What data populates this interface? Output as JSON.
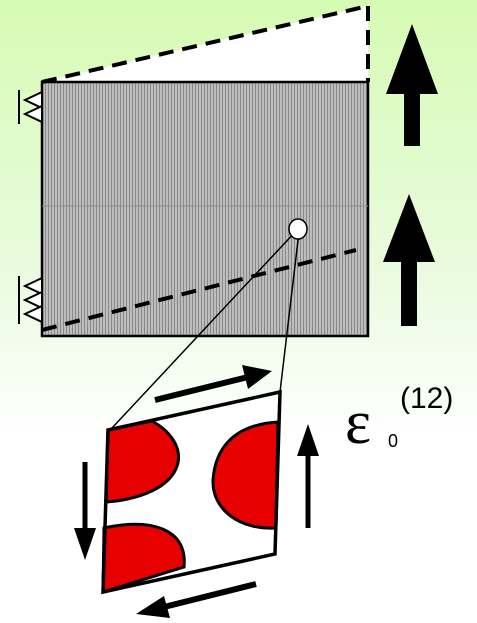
{
  "figure": {
    "label_symbol": "ε",
    "label_subscript": "0",
    "label_superscript": "(12)",
    "colors": {
      "background_top": "#d6fbb4",
      "plate_fill": "#b3b3b3",
      "inclusion_fill": "#e50000",
      "stroke": "#000000"
    }
  }
}
